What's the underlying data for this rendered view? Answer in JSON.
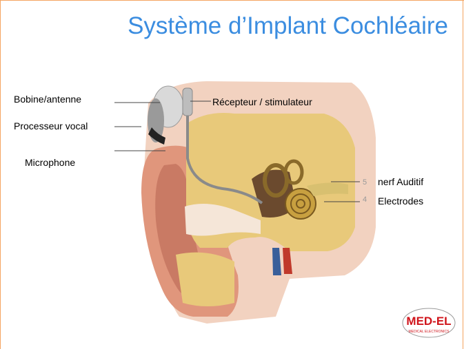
{
  "slide": {
    "title": "Système d’Implant Cochléaire"
  },
  "labels": {
    "coil": "Bobine/antenne",
    "processor": "Processeur vocal",
    "microphone": "Microphone",
    "receiver": "Récepteur / stimulateur",
    "nerve": "nerf  Auditif",
    "electrodes": "Electrodes",
    "nerve_number": "5",
    "electrodes_number": "4"
  },
  "logo": {
    "text": "MED-EL",
    "subtext": "MEDICAL ELECTRONICS"
  },
  "colors": {
    "title": "#3b8de0",
    "frame": "#f4a460",
    "bone": "#e8c97a",
    "skin": "#e3a58a",
    "logo_red": "#d0141b"
  }
}
